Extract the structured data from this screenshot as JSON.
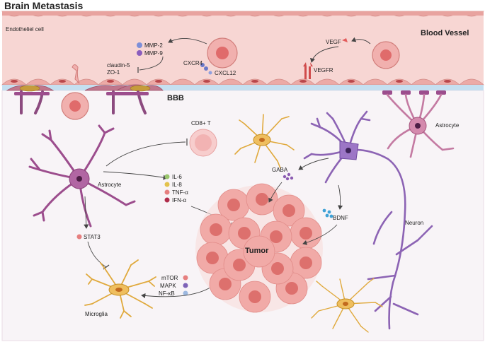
{
  "title": "Brain Metastasis",
  "labels": {
    "endothelial": "Endotheliel cell",
    "blood_vessel": "Blood Vessel",
    "bbb": "BBB",
    "mmp2": "MMP-2",
    "mmp9": "MMP-9",
    "claudin": "claudin-5",
    "zo1": "ZO-1",
    "cxcr4": "CXCR4",
    "cxcl12": "CXCL12",
    "vegf": "VEGF",
    "vegfr": "VEGFR",
    "cd8": "CD8+ T",
    "astrocyte_left": "Astrocyte",
    "astrocyte_right": "Astrocyte",
    "il6": "IL-6",
    "il8": "IL-8",
    "tnf": "TNF-α",
    "ifn": "IFN-α",
    "gaba": "GABA",
    "bdnf": "BDNF",
    "neuron": "Neuron",
    "tumor": "Tumor",
    "stat3": "STAT3",
    "mtor": "mTOR",
    "mapk": "MAPK",
    "nfkb": "NF-κB",
    "microglia": "Microglia"
  },
  "colors": {
    "vessel": "#f7d6d3",
    "vessel_cell": "#ecaaa6",
    "bbb_line": "#c5dff0",
    "astrocyte": "#9c4d8d",
    "neuron": "#8c63b4",
    "microglia": "#e0a93c",
    "tumor": "#ee8f8f",
    "cd8": "#f2b3b3",
    "il6": "#9ac56c",
    "il8": "#e3c24c",
    "tnf": "#e67f7f",
    "ifn": "#b02c4b",
    "mmp": "#7d8fd8",
    "gaba": "#8b5bb1",
    "bdnf": "#3fa1d6",
    "stat3": "#e67f7f",
    "mtor": "#e67f7f",
    "mapk": "#7d62b7",
    "nfkb": "#9db8e0"
  }
}
